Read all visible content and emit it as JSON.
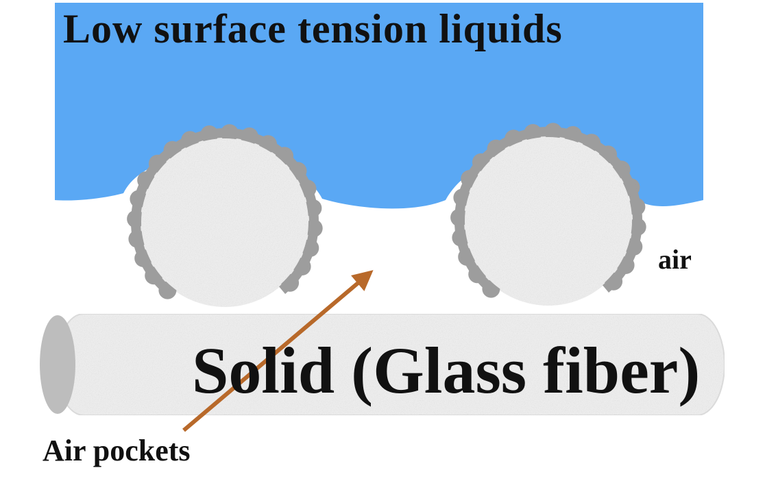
{
  "labels": {
    "liquid": "Low surface tension liquids",
    "air": "air",
    "solid": "Solid (Glass fiber)",
    "air_pockets": "Air pockets"
  },
  "colors": {
    "liquid": "#5aa8f4",
    "fiber_fill": "#ececec",
    "nanoparticle_coating": "#9d9d9d",
    "fiber_end": "#bdbdbd",
    "arrow": "#b8692a"
  }
}
